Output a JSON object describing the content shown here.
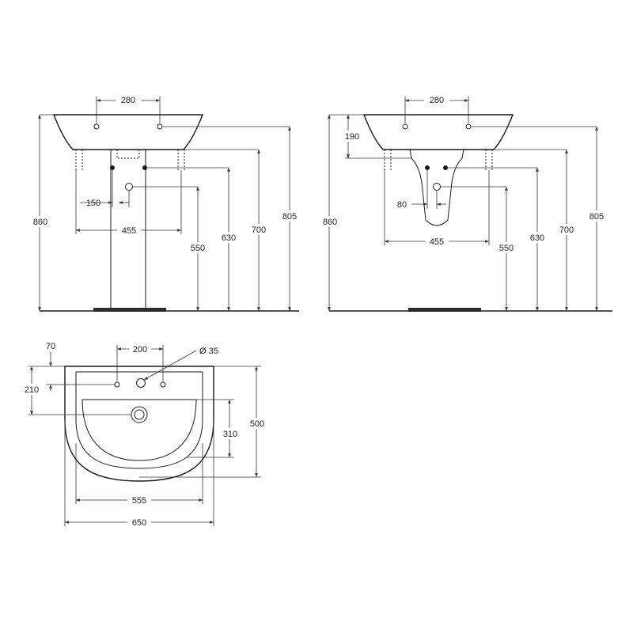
{
  "colors": {
    "line": "#1a1a1a",
    "text": "#222222",
    "background": "#ffffff"
  },
  "views": {
    "pedestal": {
      "tap_spacing": "280",
      "overall_height": "860",
      "rim_height": "805",
      "bowl_height": "700",
      "bracket_height": "630",
      "waste_height": "550",
      "waste_offset": "150",
      "fixing_width": "455"
    },
    "semi_pedestal": {
      "tap_spacing": "280",
      "rim_depth": "190",
      "overall_height": "860",
      "rim_height": "805",
      "bowl_height": "700",
      "bracket_height": "630",
      "waste_height": "550",
      "waste_offset": "80",
      "fixing_width": "455"
    },
    "plan": {
      "tap_hole_offset": "70",
      "tap_spacing": "200",
      "tap_hole_diameter": "Ø 35",
      "back_to_waste": "210",
      "bowl_depth": "310",
      "overall_depth": "500",
      "bowl_width": "555",
      "overall_width": "650"
    }
  }
}
